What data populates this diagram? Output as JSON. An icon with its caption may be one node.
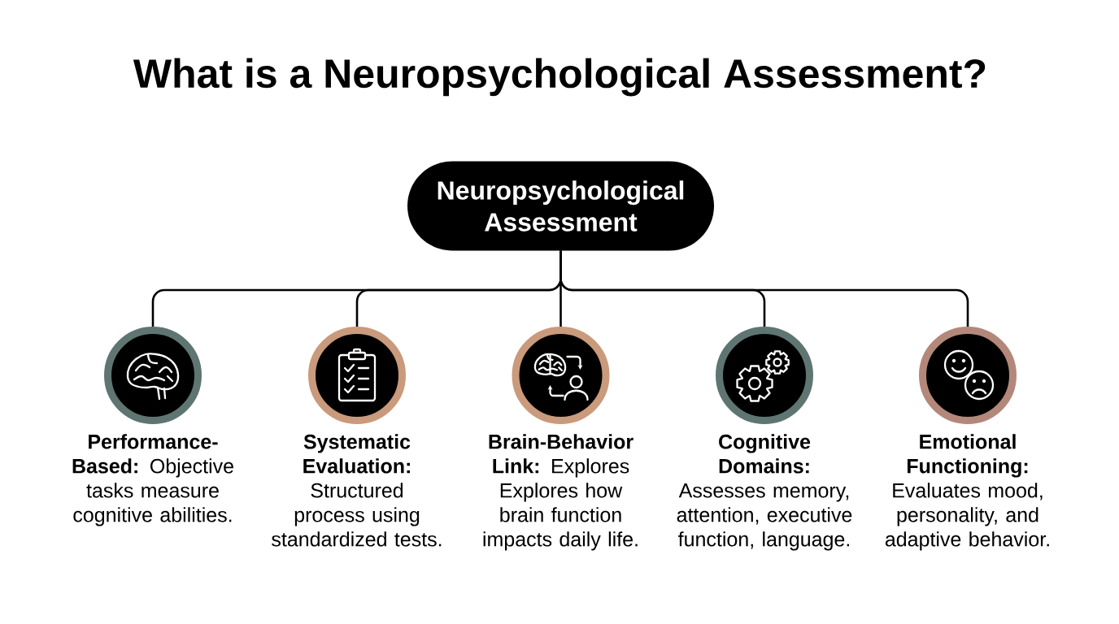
{
  "diagram": {
    "title": "What is a Neuropsychological Assessment?",
    "nodes": [
      {
        "text": [
          "Neuropsychological Assessment"
        ]
      },
      {
        "text": [],
        "shape": "circle",
        "beside": [
          "**Performance-Based:** Objective tasks measure cognitive abilities."
        ]
      },
      {
        "text": [],
        "shape": "circle",
        "beside": [
          "**Systematic Evaluation:** Structured process using standardized tests."
        ]
      },
      {
        "text": [],
        "shape": "circle",
        "beside": [
          "**Brain-Behavior Link:** Explores Explores how brain function impacts daily life."
        ]
      },
      {
        "text": [],
        "shape": "circle",
        "beside": [
          "**Cognitive Domains:** Assesses memory, attention, executive function, language."
        ]
      },
      {
        "text": [],
        "shape": "circle",
        "beside": [
          "**Emotional Functioning:** Evaluates mood, personality, and adaptive behavior."
        ]
      }
    ],
    "edges": [
      {
        "from": 0,
        "to": 1,
        "arrow": "none"
      },
      {
        "from": 0,
        "to": 2,
        "arrow": "none"
      },
      {
        "from": 0,
        "to": 3,
        "arrow": "none"
      },
      {
        "from": 0,
        "to": 4,
        "arrow": "none"
      },
      {
        "from": 0,
        "to": 5,
        "arrow": "none"
      }
    ]
  }
}
